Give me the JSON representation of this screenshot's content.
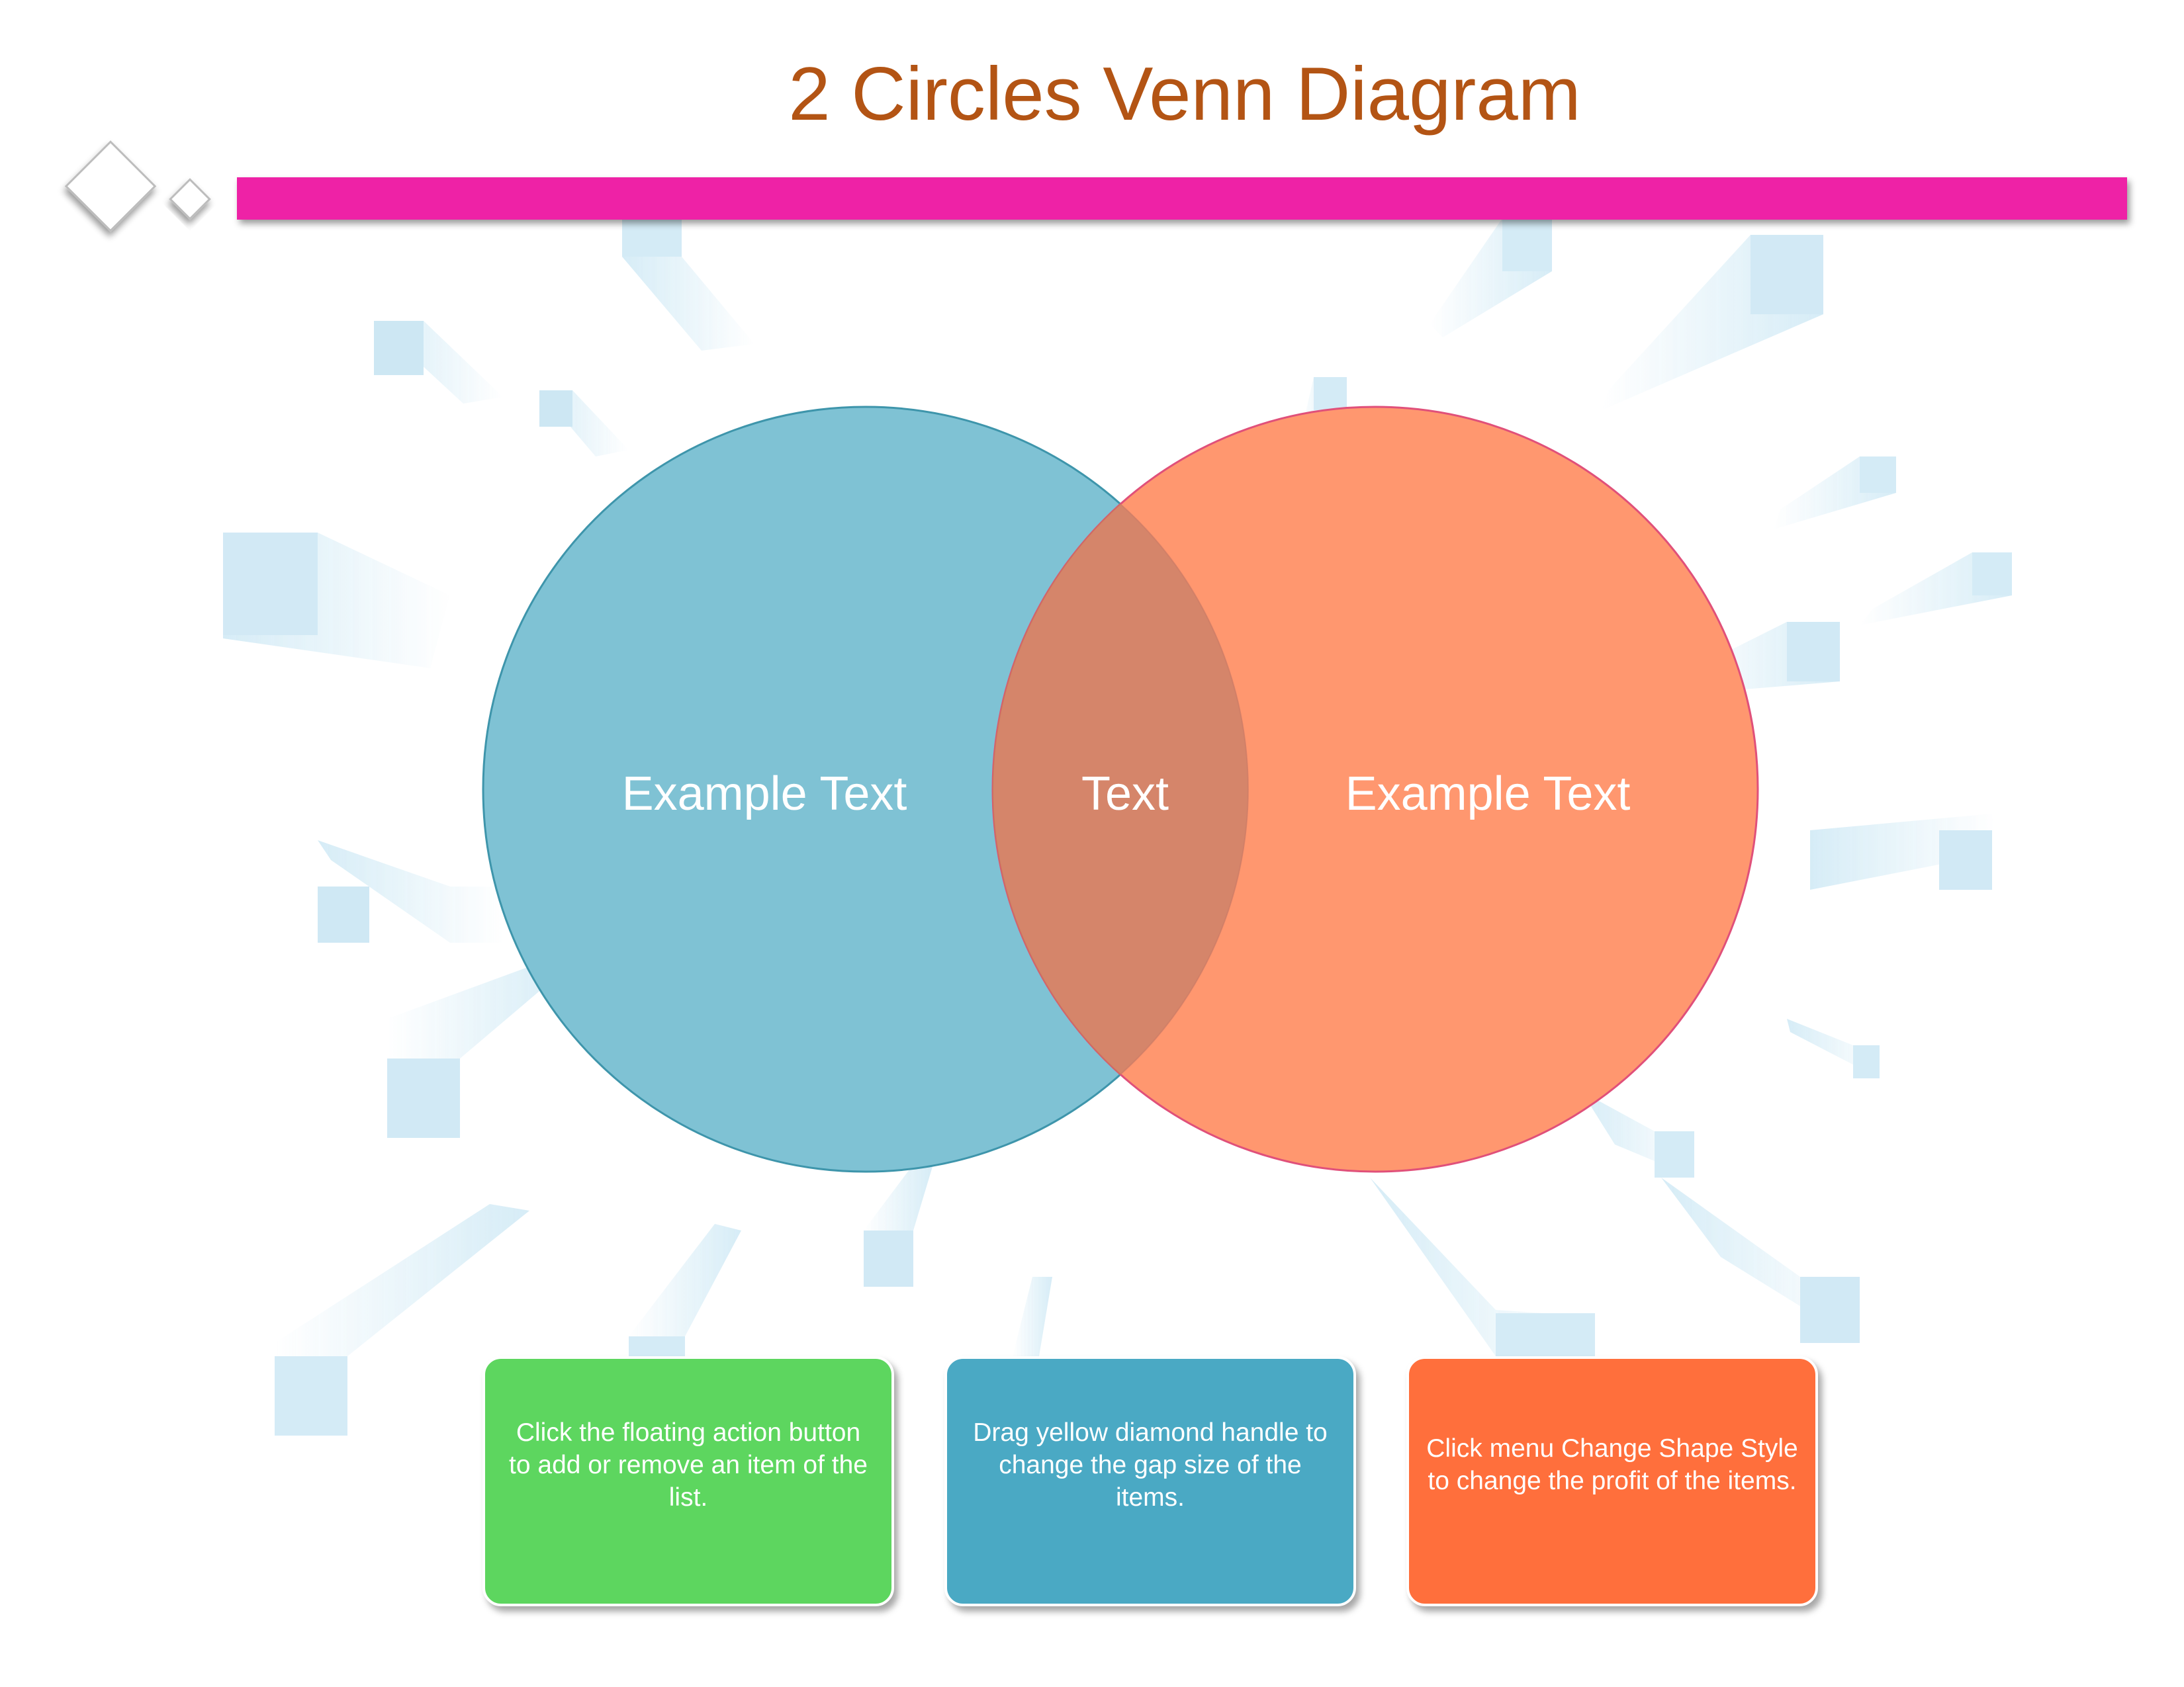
{
  "title": "2 Circles Venn Diagram",
  "colors": {
    "title": "#b35414",
    "header_bar": "#ee24a6",
    "left_circle": "#7fc2d4",
    "right_circle": "#ff976f",
    "overlap": "#d5856a",
    "decor_cube": "#cce8f4"
  },
  "venn": {
    "left_label": "Example Text",
    "center_label": "Text",
    "right_label": "Example Text"
  },
  "tips": [
    {
      "text": "Click the floating action button to add or remove an item of the list.",
      "color": "#5dd65f"
    },
    {
      "text": "Drag yellow diamond handle to change the gap size of the items.",
      "color": "#4aa9c4"
    },
    {
      "text": "Click menu Change Shape Style to change the profit of the items.",
      "color": "#ff6f3c"
    }
  ]
}
